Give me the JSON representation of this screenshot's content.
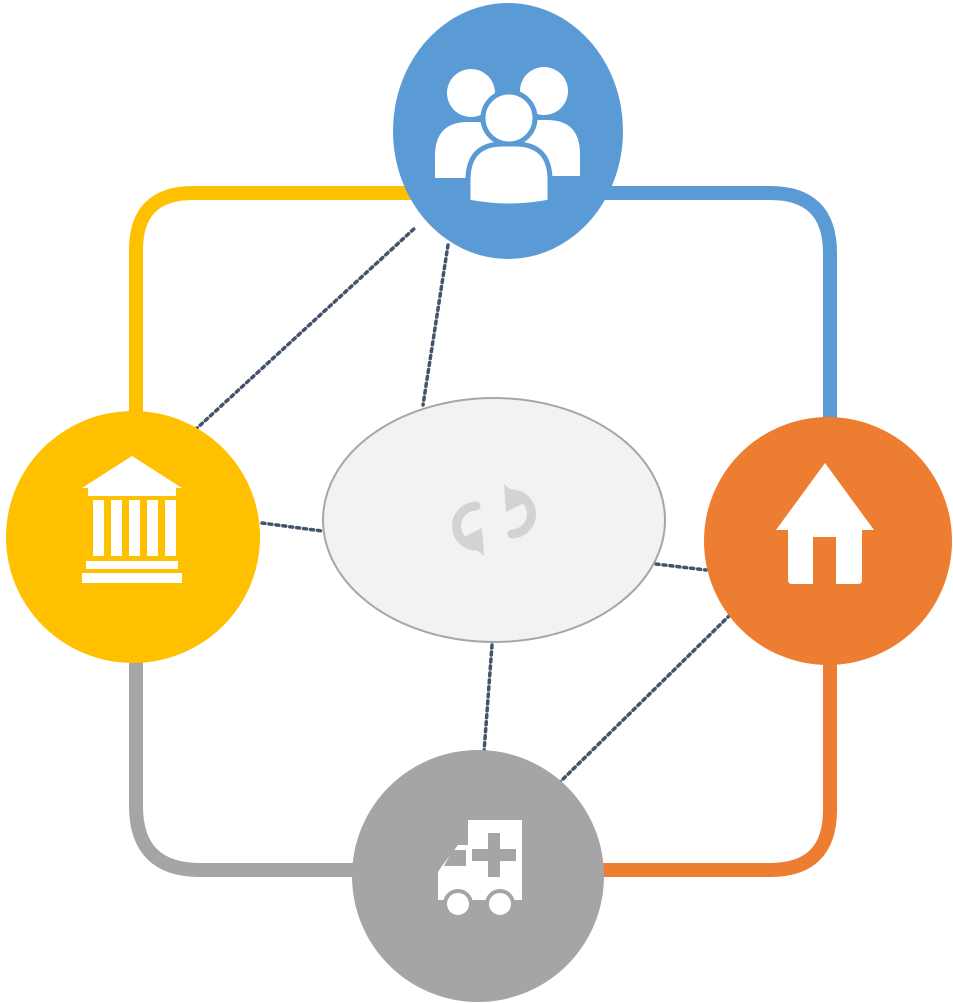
{
  "diagram": {
    "type": "cycle-network",
    "description_nodes": [
      {
        "id": "people",
        "icon": "people-group-icon",
        "color": "#5B9BD5"
      },
      {
        "id": "home",
        "icon": "house-icon",
        "color": "#ED7D31"
      },
      {
        "id": "health",
        "icon": "ambulance-icon",
        "color": "#A5A5A5"
      },
      {
        "id": "government",
        "icon": "bank-building-icon",
        "color": "#FFC000"
      }
    ],
    "center": {
      "icon": "refresh-cycle-icon",
      "fill": "#F2F2F2",
      "stroke": "#A6A6A6",
      "icon_color": "#D0D0D0"
    },
    "ring_segments": [
      {
        "from": "government",
        "to": "people",
        "color": "#FFC000"
      },
      {
        "from": "people",
        "to": "home",
        "color": "#5B9BD5"
      },
      {
        "from": "home",
        "to": "health",
        "color": "#ED7D31"
      },
      {
        "from": "health",
        "to": "government",
        "color": "#A5A5A5"
      }
    ],
    "dotted_link_color": "#44546A",
    "icon_fill": "#ffffff"
  }
}
